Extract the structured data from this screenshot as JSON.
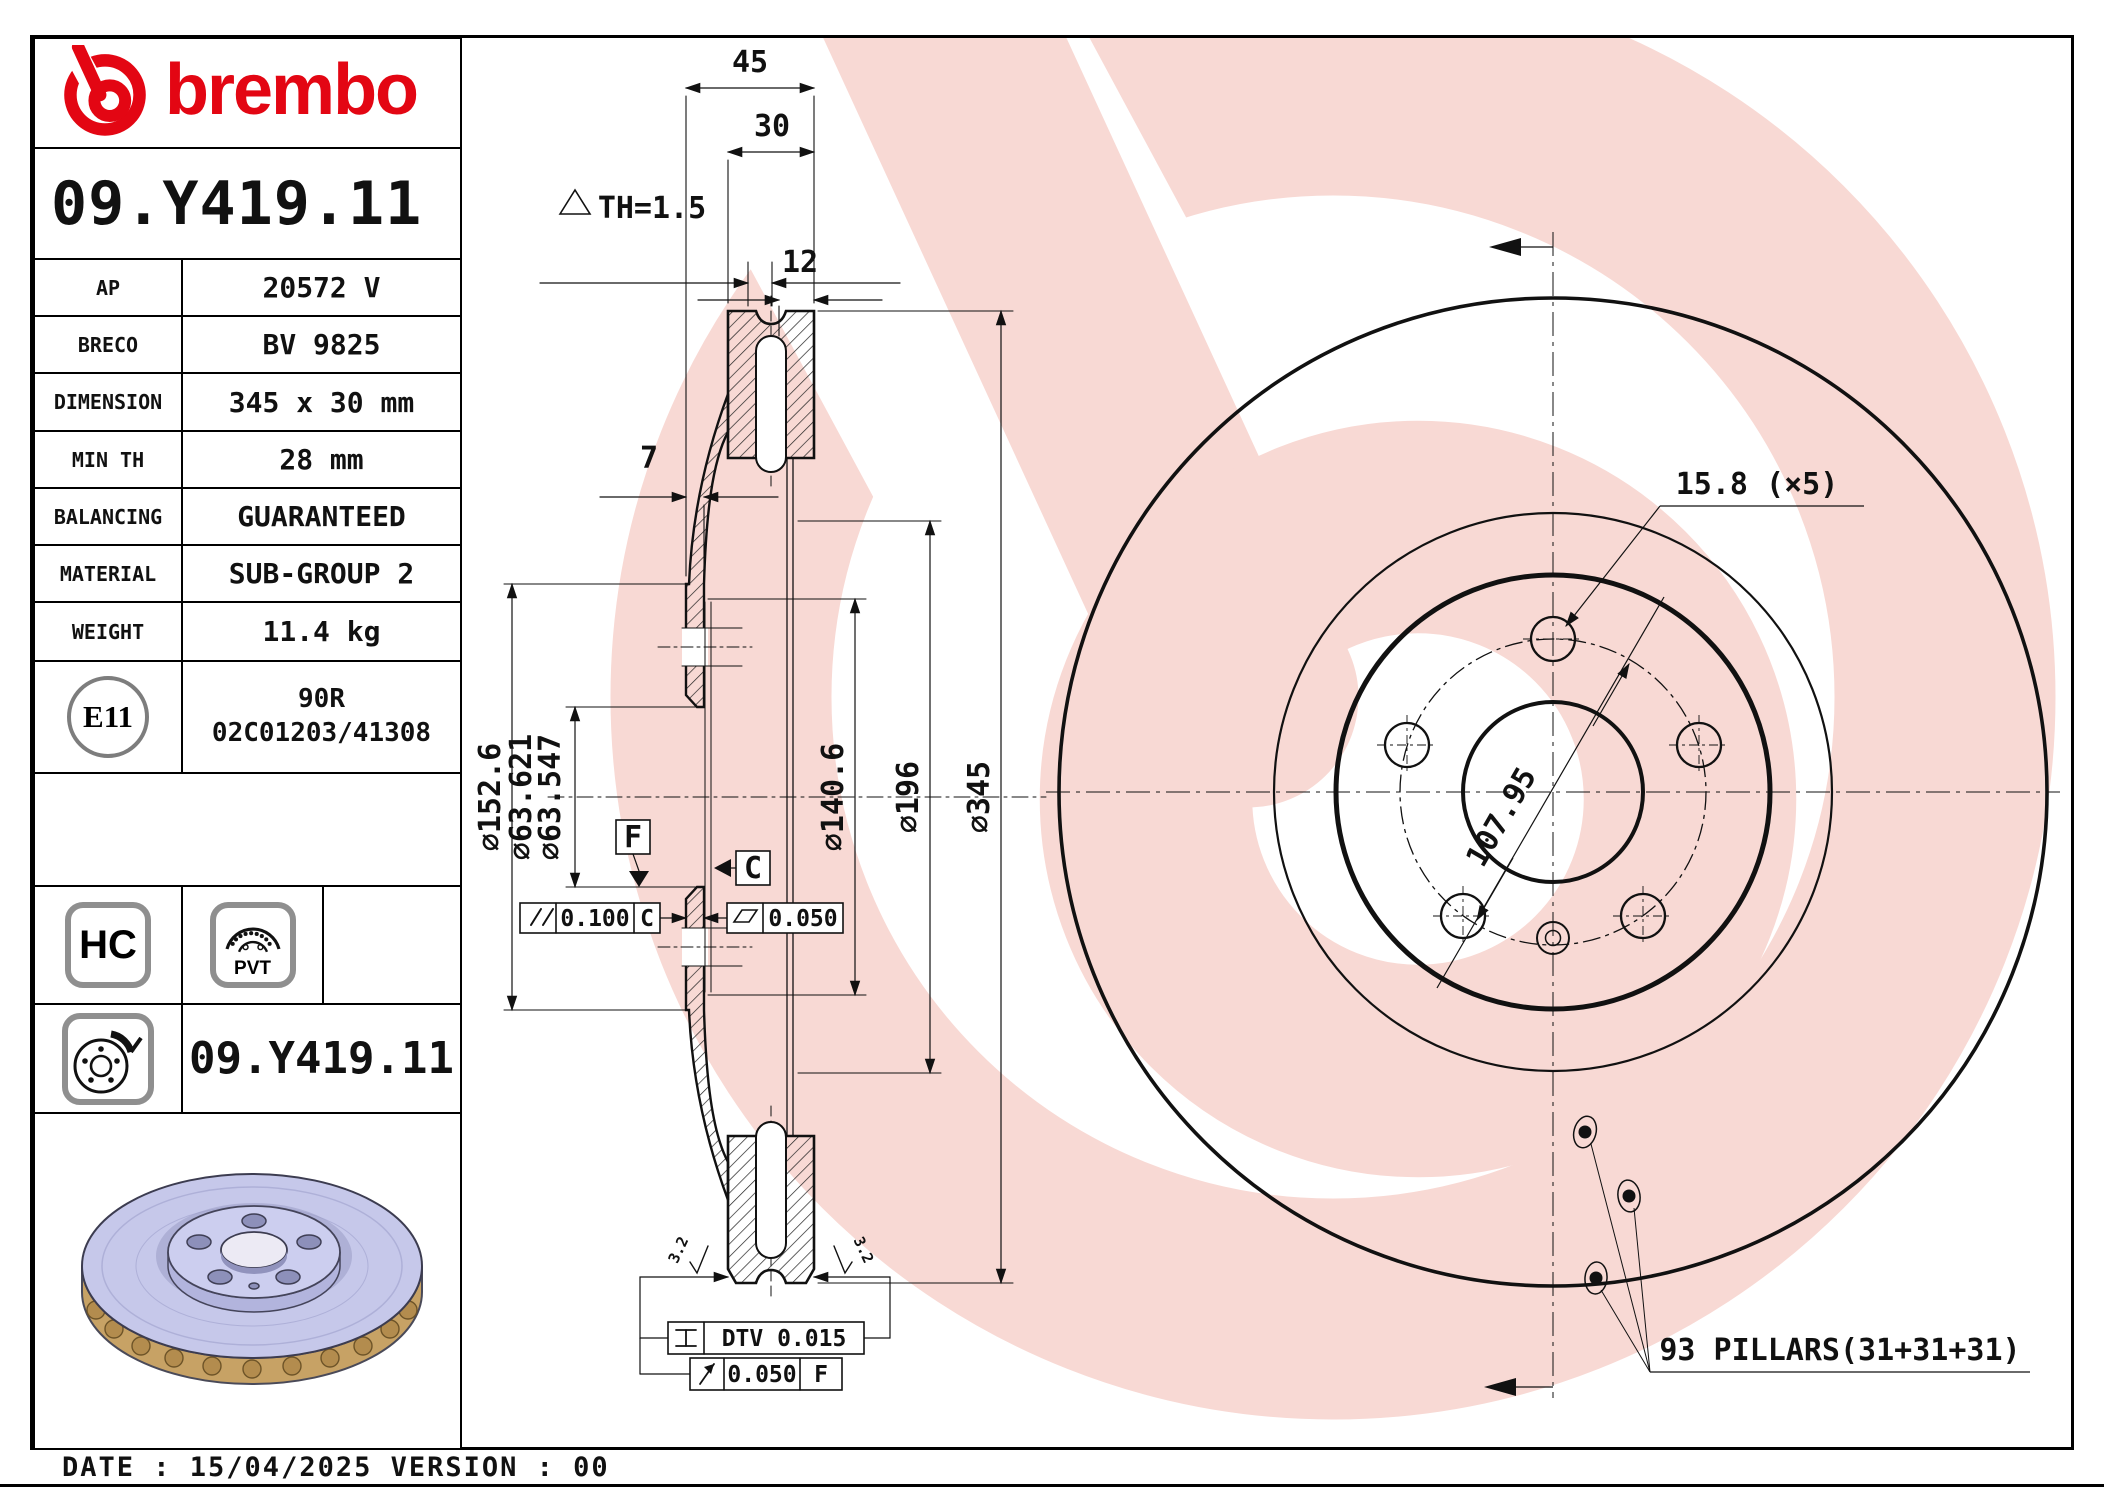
{
  "brand": {
    "name": "brembo"
  },
  "part_number": "09.Y419.11",
  "spec_table": [
    {
      "label": "AP",
      "value": "20572 V"
    },
    {
      "label": "BRECO",
      "value": "BV 9825"
    },
    {
      "label": "DIMENSION",
      "value": "345 x 30 mm"
    },
    {
      "label": "MIN TH",
      "value": "28 mm"
    },
    {
      "label": "BALANCING",
      "value": "GUARANTEED"
    },
    {
      "label": "MATERIAL",
      "value": "SUB-GROUP 2"
    },
    {
      "label": "WEIGHT",
      "value": "11.4 kg"
    }
  ],
  "homologation": {
    "mark": "E11",
    "line1": "90R",
    "line2": "02C01203/41308"
  },
  "badges": {
    "hc": "HC",
    "pvt": "PVT"
  },
  "repeat_part_number": "09.Y419.11",
  "section": {
    "dim_45": "45",
    "dim_30": "30",
    "dim_th": "TH=1.5",
    "dim_12": "12",
    "dim_7": "7",
    "d_152": "∅152.6",
    "d_63a": "∅63.621",
    "d_63b": "∅63.547",
    "d_140": "∅140.6",
    "d_196": "∅196",
    "d_345": "∅345",
    "datum_f": "F",
    "datum_c": "C",
    "tol_parallel": "0.100",
    "tol_parallel_ref": "C",
    "tol_flat": "0.050",
    "dtv": "DTV 0.015",
    "runout": "0.050",
    "runout_ref": "F",
    "finish_left": "3.2",
    "finish_right": "3.2"
  },
  "front": {
    "bolt_holes": "15.8 (×5)",
    "bolt_circle": "107.95",
    "pillars": "93 PILLARS(31+31+31)"
  },
  "footer": {
    "text": "DATE : 15/04/2025 VERSION : 00"
  },
  "colors": {
    "brand_red": "#e30613",
    "watermark": "#f8d9d4",
    "disc_body": "#c6c8ea",
    "disc_rim": "#c7a265",
    "line": "#111111"
  }
}
